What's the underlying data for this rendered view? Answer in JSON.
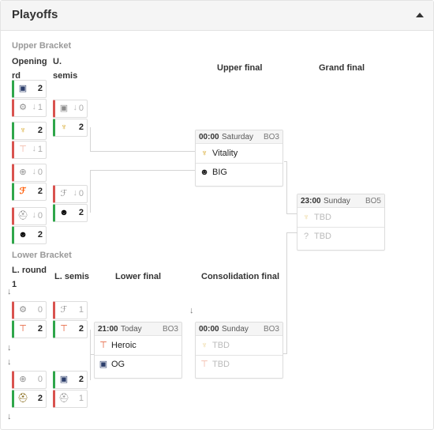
{
  "header": {
    "title": "Playoffs"
  },
  "upper": {
    "title": "Upper Bracket",
    "col_opening": "Opening rd",
    "col_semis": "U. semis",
    "col_final": "Upper final",
    "col_grand": "Grand final"
  },
  "lower": {
    "title": "Lower Bracket",
    "col_round": "L. round 1",
    "col_semis": "L. semis",
    "col_final": "Lower final",
    "col_consolidation": "Consolidation final"
  },
  "scores": {
    "ub_r1_m1_a": "2",
    "ub_r1_m1_b": "1",
    "ub_r1_m2_a": "2",
    "ub_r1_m2_b": "1",
    "ub_r1_m3_a": "0",
    "ub_r1_m3_b": "2",
    "ub_r1_m4_a": "0",
    "ub_r1_m4_b": "2",
    "ub_sf_m1_a": "0",
    "ub_sf_m1_b": "2",
    "ub_sf_m2_a": "0",
    "ub_sf_m2_b": "2",
    "lb_r1_m1_a": "0",
    "lb_r1_m1_b": "2",
    "lb_r1_m2_a": "0",
    "lb_r1_m2_b": "2",
    "lb_sf_m1_a": "1",
    "lb_sf_m1_b": "2",
    "lb_sf_m2_a": "2",
    "lb_sf_m2_b": "1"
  },
  "matches": {
    "upper_final": {
      "time": "00:00",
      "day": "Saturday",
      "bo": "BO3",
      "team1": "Vitality",
      "team2": "BIG"
    },
    "grand_final": {
      "time": "23:00",
      "day": "Sunday",
      "bo": "BO5",
      "team1": "TBD",
      "team2": "TBD"
    },
    "lower_final": {
      "time": "21:00",
      "day": "Today",
      "bo": "BO3",
      "team1": "Heroic",
      "team2": "OG"
    },
    "consolidation_final": {
      "time": "00:00",
      "day": "Sunday",
      "bo": "BO3",
      "team1": "TBD",
      "team2": "TBD"
    }
  },
  "icons": {
    "qualify_arrow": "↓",
    "unknown": "?"
  }
}
